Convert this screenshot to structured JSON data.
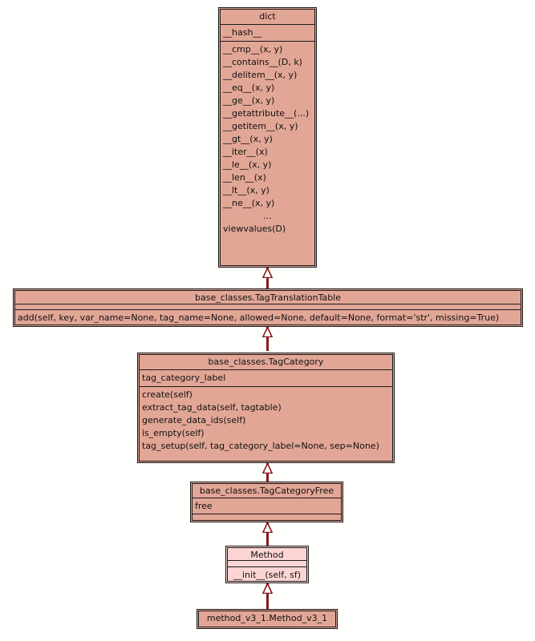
{
  "diagram": {
    "type": "uml-class-diagram",
    "background_color": "#fffffd",
    "class_fill_color": "#e2a696",
    "highlight_fill_color": "#fbd4d4",
    "border_color": "#1a1a1a",
    "arrow_color": "#8b1a1a",
    "relationship": "generalization"
  },
  "classes": [
    {
      "id": "dict",
      "name": "dict",
      "attributes": [
        "__hash__"
      ],
      "methods": [
        "__cmp__(x, y)",
        "__contains__(D, k)",
        "__delitem__(x, y)",
        "__eq__(x, y)",
        "__ge__(x, y)",
        "__getattribute__(...)",
        "__getitem__(x, y)",
        "__gt__(x, y)",
        "__iter__(x)",
        "__le__(x, y)",
        "__len__(x)",
        "__lt__(x, y)",
        "__ne__(x, y)",
        "…",
        "viewvalues(D)"
      ]
    },
    {
      "id": "tag_translation_table",
      "name": "base_classes.TagTranslationTable",
      "attributes": [],
      "methods": [
        "add(self, key, var_name=None, tag_name=None, allowed=None, default=None, format='str', missing=True)"
      ]
    },
    {
      "id": "tag_category",
      "name": "base_classes.TagCategory",
      "attributes": [
        "tag_category_label"
      ],
      "methods": [
        "create(self)",
        "extract_tag_data(self, tagtable)",
        "generate_data_ids(self)",
        "is_empty(self)",
        "tag_setup(self, tag_category_label=None, sep=None)"
      ]
    },
    {
      "id": "tag_category_free",
      "name": "base_classes.TagCategoryFree",
      "attributes": [
        "free"
      ],
      "methods": []
    },
    {
      "id": "method",
      "name": "Method",
      "attributes": [],
      "methods": [
        "__init__(self, sf)"
      ]
    },
    {
      "id": "method_v3_1",
      "name": "method_v3_1.Method_v3_1",
      "attributes": [],
      "methods": []
    }
  ],
  "edges": [
    {
      "from": "tag_translation_table",
      "to": "dict",
      "kind": "generalization"
    },
    {
      "from": "tag_category",
      "to": "tag_translation_table",
      "kind": "generalization"
    },
    {
      "from": "tag_category_free",
      "to": "tag_category",
      "kind": "generalization"
    },
    {
      "from": "method",
      "to": "tag_category_free",
      "kind": "generalization"
    },
    {
      "from": "method_v3_1",
      "to": "method",
      "kind": "generalization"
    }
  ]
}
